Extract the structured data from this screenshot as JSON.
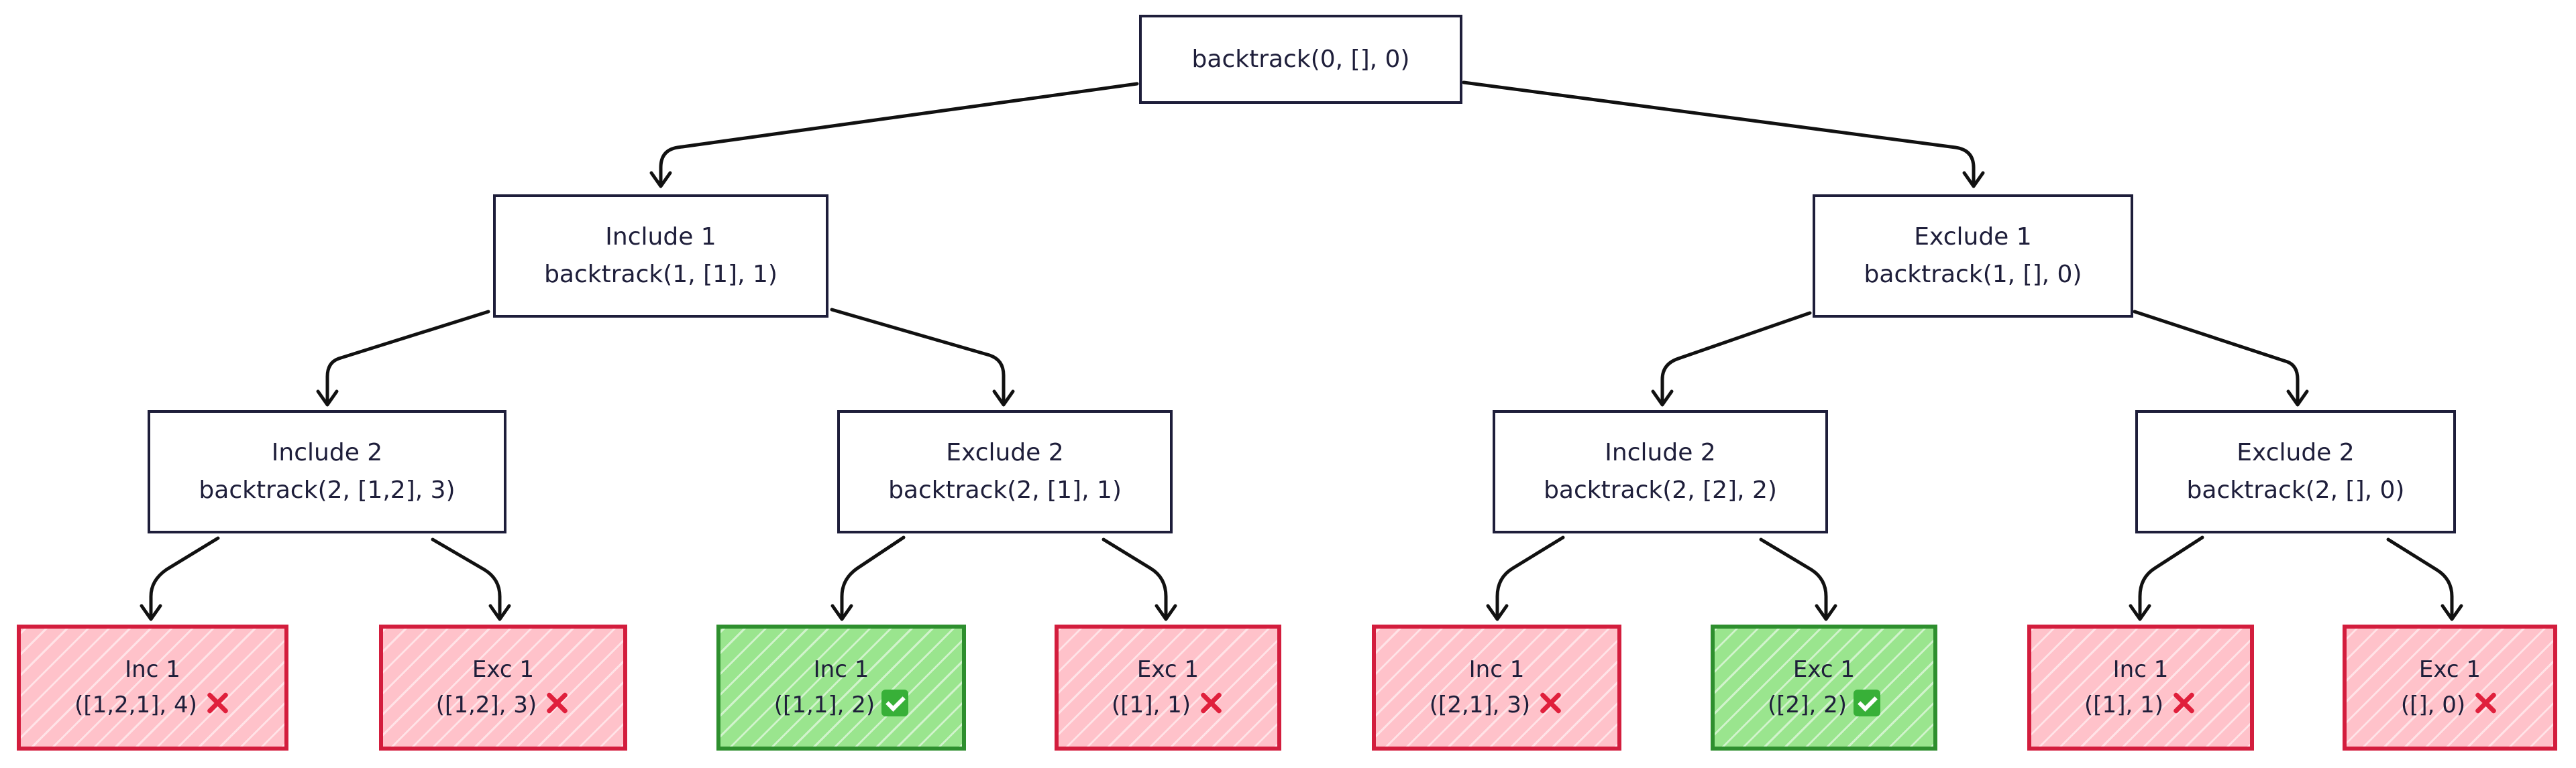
{
  "root": {
    "call": "backtrack(0, [], 0)"
  },
  "level1": [
    {
      "label": "Include 1",
      "call": "backtrack(1, [1], 1)"
    },
    {
      "label": "Exclude 1",
      "call": "backtrack(1, [], 0)"
    }
  ],
  "level2": [
    {
      "label": "Include 2",
      "call": "backtrack(2, [1,2], 3)"
    },
    {
      "label": "Exclude 2",
      "call": "backtrack(2, [1], 1)"
    },
    {
      "label": "Include 2",
      "call": "backtrack(2, [2], 2)"
    },
    {
      "label": "Exclude 2",
      "call": "backtrack(2, [], 0)"
    }
  ],
  "leaves": [
    {
      "label": "Inc 1",
      "state": "([1,2,1], 4)",
      "result": "fail",
      "icon": "cross-mark-icon"
    },
    {
      "label": "Exc 1",
      "state": "([1,2], 3)",
      "result": "fail",
      "icon": "cross-mark-icon"
    },
    {
      "label": "Inc 1",
      "state": "([1,1], 2)",
      "result": "success",
      "icon": "check-mark-icon"
    },
    {
      "label": "Exc 1",
      "state": "([1], 1)",
      "result": "fail",
      "icon": "cross-mark-icon"
    },
    {
      "label": "Inc 1",
      "state": "([2,1], 3)",
      "result": "fail",
      "icon": "cross-mark-icon"
    },
    {
      "label": "Exc 1",
      "state": "([2], 2)",
      "result": "success",
      "icon": "check-mark-icon"
    },
    {
      "label": "Inc 1",
      "state": "([1], 1)",
      "result": "fail",
      "icon": "cross-mark-icon"
    },
    {
      "label": "Exc 1",
      "state": "([], 0)",
      "result": "fail",
      "icon": "cross-mark-icon"
    }
  ],
  "colors": {
    "node_border": "#1e1e3a",
    "fail_border": "#d31d3d",
    "fail_fill": "#ffc2ca",
    "success_border": "#2e8f2e",
    "success_fill": "#9ae58e",
    "arrow": "#111111"
  }
}
